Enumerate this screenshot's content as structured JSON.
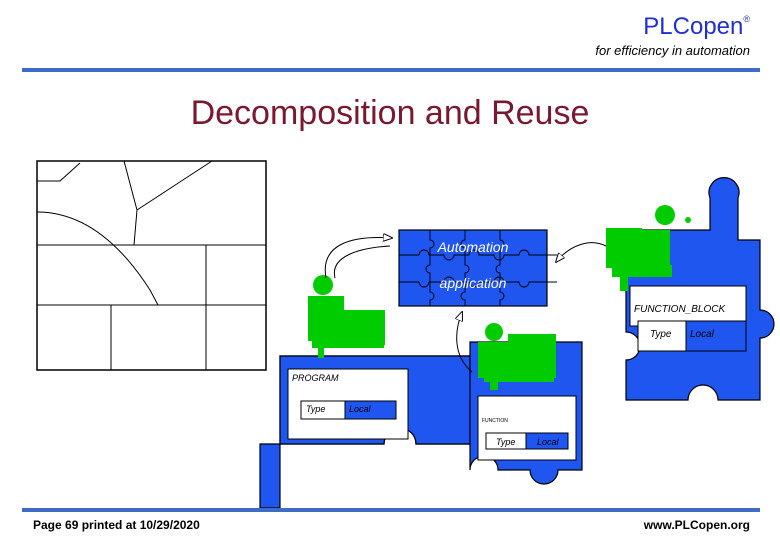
{
  "brand": {
    "name": "PLCopen",
    "registered": "®",
    "tagline": "for efficiency in automation"
  },
  "title": "Decomposition and Reuse",
  "diagram": {
    "puzzle_text_1": "Automation",
    "puzzle_text_2": "application",
    "function_block": {
      "label": "FUNCTION_BLOCK",
      "col1": "Type",
      "col2": "Local"
    },
    "program": {
      "label": "PROGRAM",
      "col1": "Type",
      "col2": "Local"
    },
    "function": {
      "label": "FUNCTION",
      "col1": "Type",
      "col2": "Local"
    }
  },
  "footer": {
    "page": "Page 69 printed at 10/29/2020",
    "url": "www.PLCopen.org"
  },
  "colors": {
    "brand": "#1f2fd0",
    "title": "#7a1830",
    "rule": "#3e6cc4",
    "puzzle": "#1f56f0",
    "person": "#00cc00"
  }
}
